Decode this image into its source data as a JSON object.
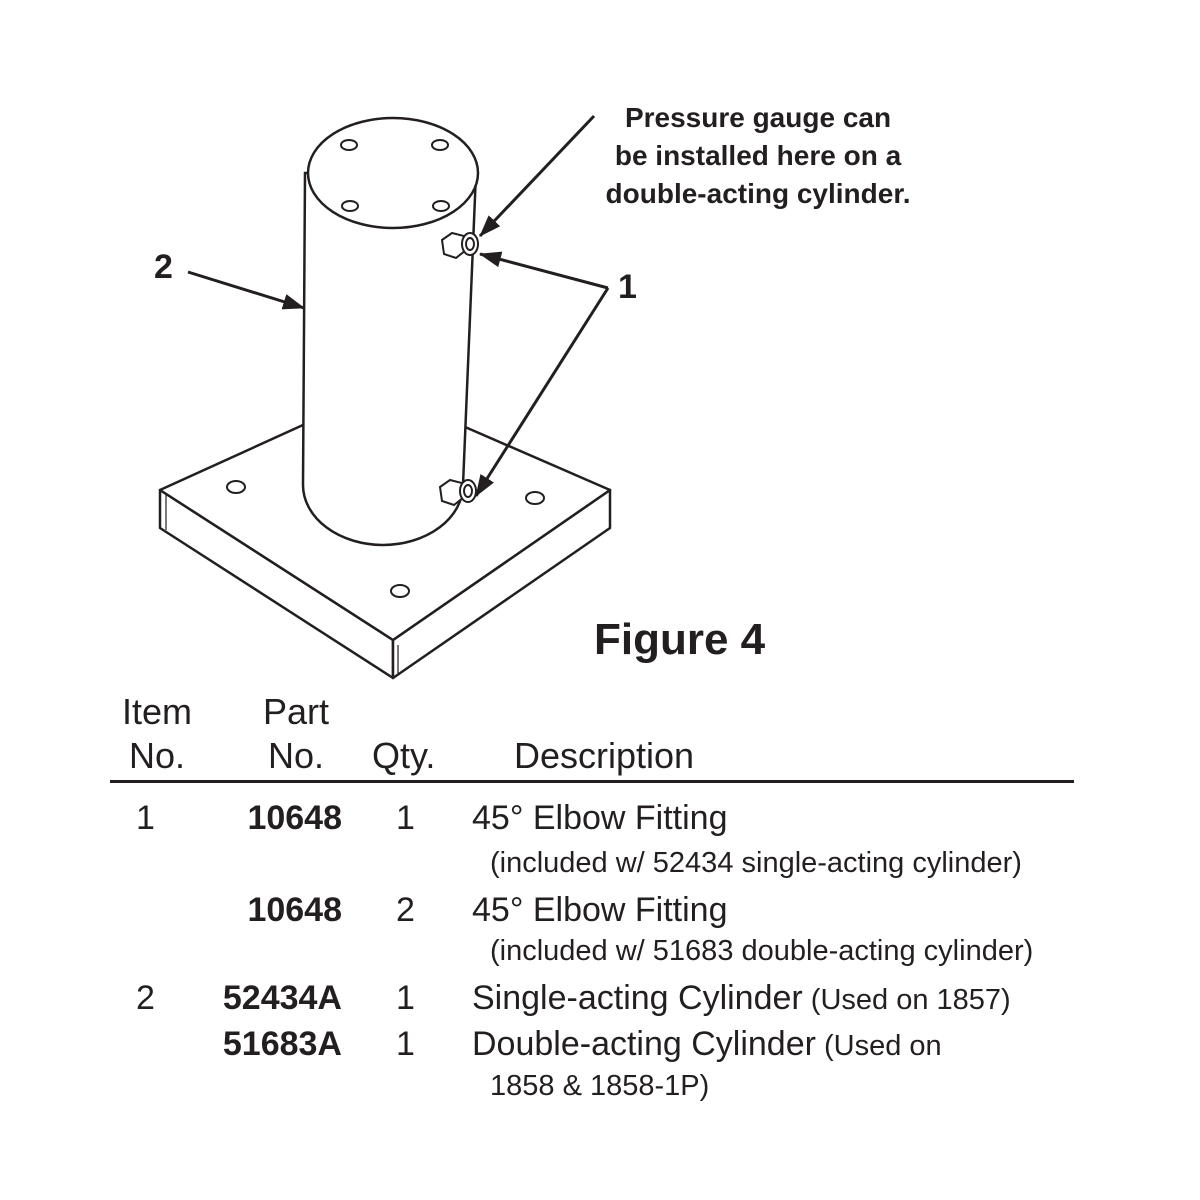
{
  "figure": {
    "title": "Figure 4",
    "callout_text": [
      "Pressure gauge can",
      "be installed here on a",
      "double-acting cylinder."
    ],
    "label_item1": "1",
    "label_item2": "2"
  },
  "table": {
    "headers": {
      "item": [
        "Item",
        "No."
      ],
      "part": [
        "Part",
        "No."
      ],
      "qty": "Qty.",
      "description": "Description"
    },
    "rows": [
      {
        "item": "1",
        "part": "10648",
        "qty": "1",
        "description": "45° Elbow Fitting",
        "note": "",
        "sub": "(included w/ 52434 single-acting cylinder)"
      },
      {
        "item": "",
        "part": "10648",
        "qty": "2",
        "description": "45° Elbow Fitting",
        "note": "",
        "sub": "(included w/ 51683 double-acting cylinder)"
      },
      {
        "item": "2",
        "part": "52434A",
        "qty": "1",
        "description": "Single-acting Cylinder",
        "note": " (Used on 1857)",
        "sub": ""
      },
      {
        "item": "",
        "part": "51683A",
        "qty": "1",
        "description": "Double-acting Cylinder",
        "note": " (Used on",
        "sub": "1858 & 1858-1P)"
      }
    ]
  }
}
